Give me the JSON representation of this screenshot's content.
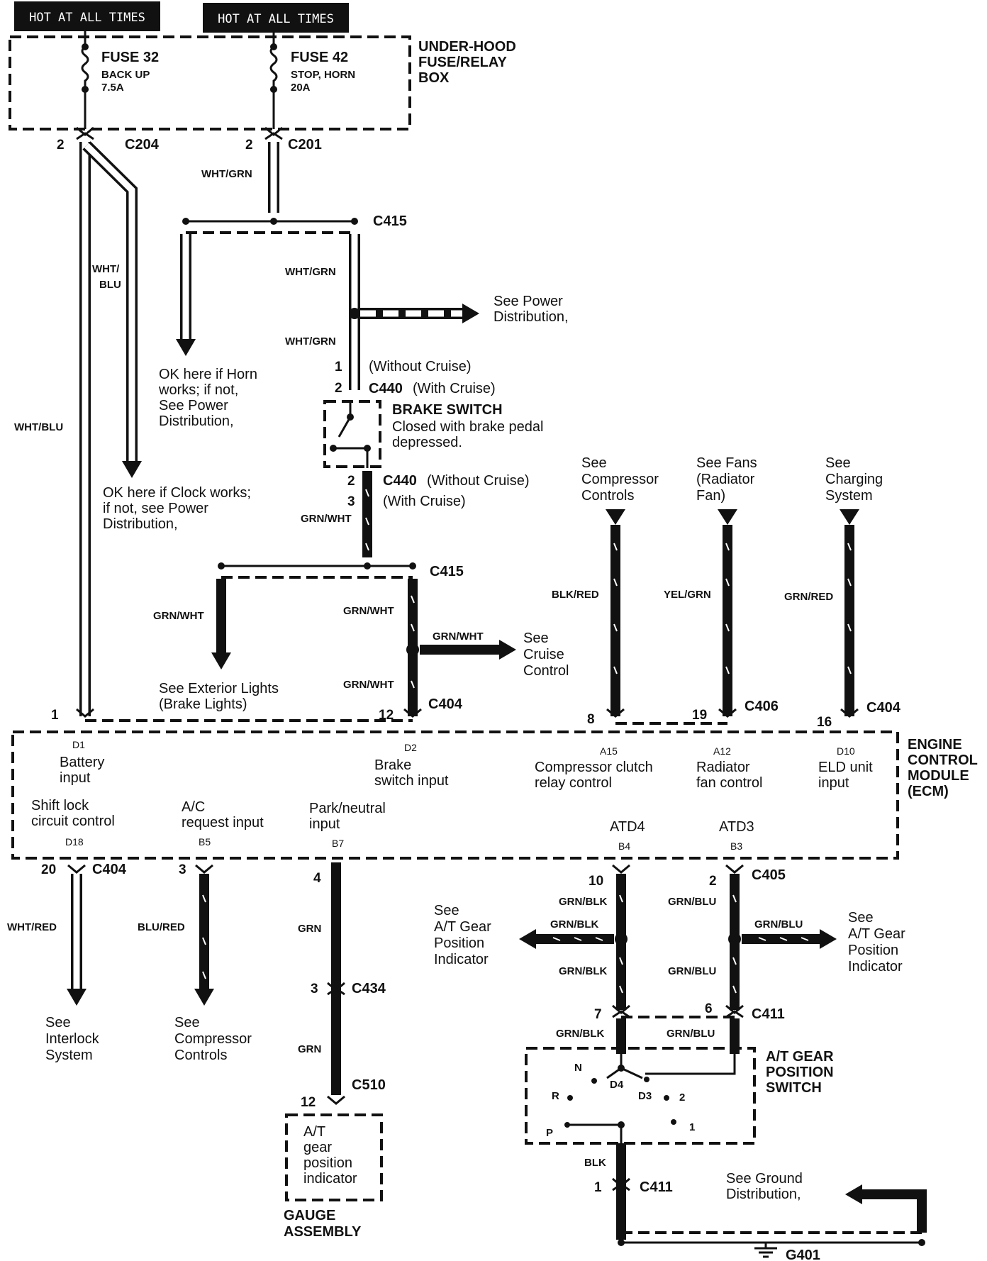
{
  "hot_labels": [
    "HOT AT ALL TIMES",
    "HOT AT ALL TIMES"
  ],
  "fuse_box": {
    "title": [
      "UNDER-HOOD",
      "FUSE/RELAY",
      "BOX"
    ],
    "fuse32": {
      "name": "FUSE 32",
      "desc": "BACK UP",
      "rating": "7.5A"
    },
    "fuse42": {
      "name": "FUSE 42",
      "desc": "STOP, HORN",
      "rating": "20A"
    }
  },
  "connectors": {
    "c204": "C204",
    "c201": "C201",
    "c415_top": "C415",
    "c440_a": "C440",
    "c440_b": "C440",
    "c415_mid": "C415",
    "c404_brake": "C404",
    "c406": "C406",
    "c404_eld": "C404",
    "c404_shift": "C404",
    "c405": "C405",
    "c434": "C434",
    "c510": "C510",
    "c411_top": "C411",
    "c411_bot": "C411",
    "g401": "G401"
  },
  "pins": {
    "p2_c204": "2",
    "p2_c201": "2",
    "p1_c440": "1",
    "p2_c440": "2",
    "p2_c440b": "2",
    "p3_c440b": "3",
    "p1_ecm": "1",
    "p12_ecm": "12",
    "p8_ecm": "8",
    "p19_ecm": "19",
    "p16_ecm": "16",
    "p20": "20",
    "p3_b5": "3",
    "p4_b7": "4",
    "p10": "10",
    "p2_c405": "2",
    "p3_c434": "3",
    "p12_c510": "12",
    "p7_c411": "7",
    "p6_c411": "6",
    "p1_c411": "1"
  },
  "wire_colors": {
    "wht_grn_1": "WHT/GRN",
    "wht_grn_2": "WHT/GRN",
    "wht_grn_3": "WHT/GRN",
    "wht_blu_1": "WHT/",
    "wht_blu_1b": "BLU",
    "wht_blu_2": "WHT/BLU",
    "grn_wht_1": "GRN/WHT",
    "grn_wht_2": "GRN/WHT",
    "grn_wht_3": "GRN/WHT",
    "grn_wht_4": "GRN/WHT",
    "grn_wht_5": "GRN/WHT",
    "blk_red": "BLK/RED",
    "yel_grn": "YEL/GRN",
    "grn_red": "GRN/RED",
    "wht_red": "WHT/RED",
    "blu_red": "BLU/RED",
    "grn_1": "GRN",
    "grn_2": "GRN",
    "grn_blk_1": "GRN/BLK",
    "grn_blk_2": "GRN/BLK",
    "grn_blk_3": "GRN/BLK",
    "grn_blk_4": "GRN/BLK",
    "grn_blu_1": "GRN/BLU",
    "grn_blu_2": "GRN/BLU",
    "grn_blu_3": "GRN/BLU",
    "grn_blu_4": "GRN/BLU",
    "blk": "BLK"
  },
  "notes": {
    "power_dist": [
      "See Power",
      "Distribution,"
    ],
    "horn": [
      "OK here if Horn",
      "works; if not,",
      "See Power",
      "Distribution,"
    ],
    "clock": [
      "OK here if Clock works;",
      "if not, see Power",
      "Distribution,"
    ],
    "without_cruise": "(Without Cruise)",
    "with_cruise": "(With Cruise)",
    "without_cruise_2": "(Without Cruise)",
    "with_cruise_2": "(With Cruise)",
    "brake_switch_title": "BRAKE SWITCH",
    "brake_switch_desc": [
      "Closed with brake pedal",
      "depressed."
    ],
    "compressor_top": [
      "See",
      "Compressor",
      "Controls"
    ],
    "fans": [
      "See Fans",
      "(Radiator",
      "Fan)"
    ],
    "charging": [
      "See",
      "Charging",
      "System"
    ],
    "exterior_lights": [
      "See Exterior Lights",
      "(Brake Lights)"
    ],
    "cruise": [
      "See",
      "Cruise",
      "Control"
    ],
    "interlock": [
      "See",
      "Interlock",
      "System"
    ],
    "compressor_bot": [
      "See",
      "Compressor",
      "Controls"
    ],
    "at_gear_left": [
      "See",
      "A/T Gear",
      "Position",
      "Indicator"
    ],
    "at_gear_right": [
      "See",
      "A/T Gear",
      "Position",
      "Indicator"
    ],
    "ground": [
      "See Ground",
      "Distribution,"
    ]
  },
  "ecm": {
    "title": [
      "ENGINE",
      "CONTROL",
      "MODULE",
      "(ECM)"
    ],
    "d1": {
      "pin": "D1",
      "label": [
        "Battery",
        "input"
      ]
    },
    "d2": {
      "pin": "D2",
      "label": [
        "Brake",
        "switch input"
      ]
    },
    "a15": {
      "pin": "A15",
      "label": [
        "Compressor clutch",
        "relay control"
      ]
    },
    "a12": {
      "pin": "A12",
      "label": [
        "Radiator",
        "fan control"
      ]
    },
    "d10": {
      "pin": "D10",
      "label": [
        "ELD unit",
        "input"
      ]
    },
    "d18": {
      "pin": "D18",
      "label": [
        "Shift lock",
        "circuit control"
      ]
    },
    "b5": {
      "pin": "B5",
      "label": [
        "A/C",
        "request input"
      ]
    },
    "b7": {
      "pin": "B7",
      "label": [
        "Park/neutral",
        "input"
      ]
    },
    "b4": {
      "pin": "B4",
      "label": "ATD4"
    },
    "b3": {
      "pin": "B3",
      "label": "ATD3"
    }
  },
  "at_switch": {
    "title": [
      "A/T GEAR",
      "POSITION",
      "SWITCH"
    ],
    "positions": [
      "N",
      "D4",
      "D3",
      "R",
      "2",
      "P",
      "1"
    ]
  },
  "gauge": {
    "box": [
      "A/T",
      "gear",
      "position",
      "indicator"
    ],
    "title": [
      "GAUGE",
      "ASSEMBLY"
    ]
  }
}
